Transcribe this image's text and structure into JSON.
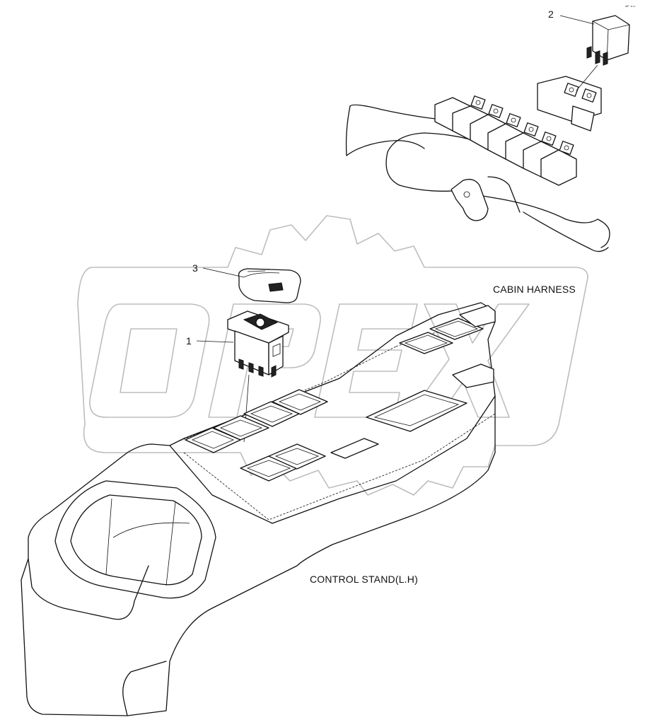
{
  "callouts": [
    {
      "id": "1",
      "label": "1"
    },
    {
      "id": "2",
      "label": "2"
    },
    {
      "id": "3",
      "label": "3"
    }
  ],
  "labels": {
    "cabin_harness": "CABIN HARNESS",
    "control_stand": "CONTROL STAND(L.H)",
    "corner_code": "s/F  ·o·o"
  },
  "watermark": {
    "text": "OPEX",
    "color": "#bdbdbd"
  },
  "colors": {
    "line": "#111111",
    "background": "#ffffff"
  }
}
